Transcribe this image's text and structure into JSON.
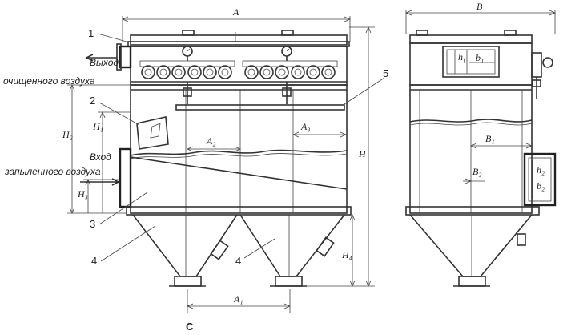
{
  "callouts": [
    "1",
    "2",
    "3",
    "4",
    "4",
    "5"
  ],
  "inlet_outlet": {
    "outlet_line1": "Выход",
    "outlet_line2": "очищенного воздуха",
    "inlet_line1": "Вход",
    "inlet_line2": "запыленного воздуха"
  },
  "dimensions": {
    "A": "A",
    "A1": "A₁",
    "A2": "A₂",
    "A3": "A₃",
    "H": "H",
    "H1": "H₁",
    "H2": "H₂",
    "H3": "H₃",
    "H4": "H₄",
    "B": "B",
    "B1": "B₁",
    "B2": "B₂",
    "b1": "b₁",
    "h1": "h₁",
    "h2": "h₂",
    "b2": "b₂"
  },
  "corner_label": "C"
}
